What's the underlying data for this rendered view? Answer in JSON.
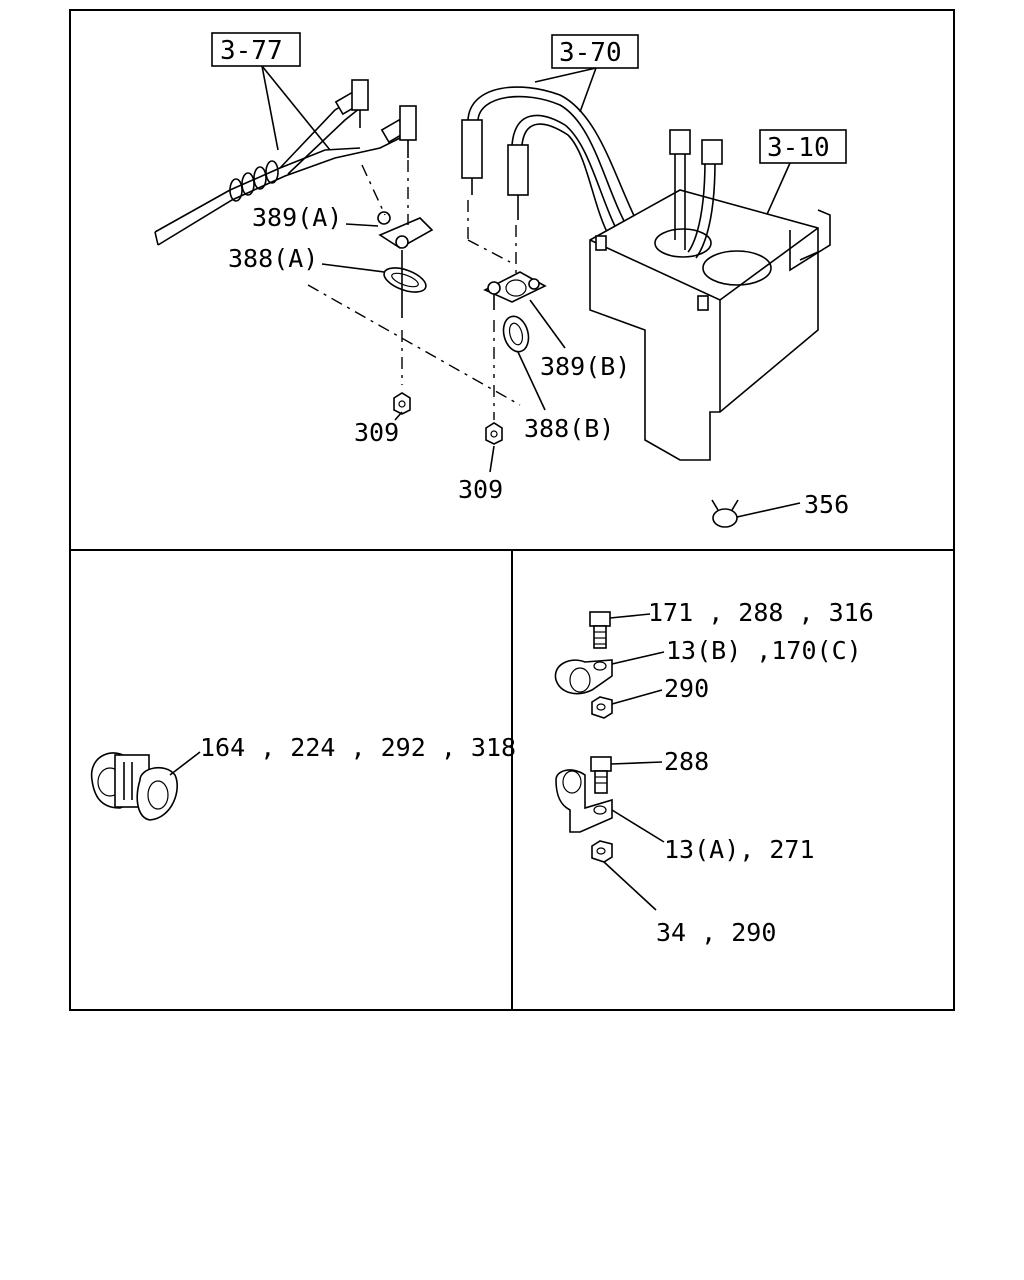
{
  "refs": {
    "r377": "3-77",
    "r370": "3-70",
    "r310": "3-10"
  },
  "top": {
    "l389a": "389(A)",
    "l388a": "388(A)",
    "l389b": "389(B)",
    "l388b": "388(B)",
    "l309a": "309",
    "l309b": "309",
    "l356": "356"
  },
  "bottom_left": {
    "clip_label": "164 , 224 , 292 , 318"
  },
  "bottom_right": {
    "bolt1": "171 , 288 , 316",
    "clamp1": "13(B) ,170(C)",
    "nut1": "290",
    "bolt2": "288",
    "clamp2": "13(A), 271",
    "nut2": "34 , 290"
  }
}
